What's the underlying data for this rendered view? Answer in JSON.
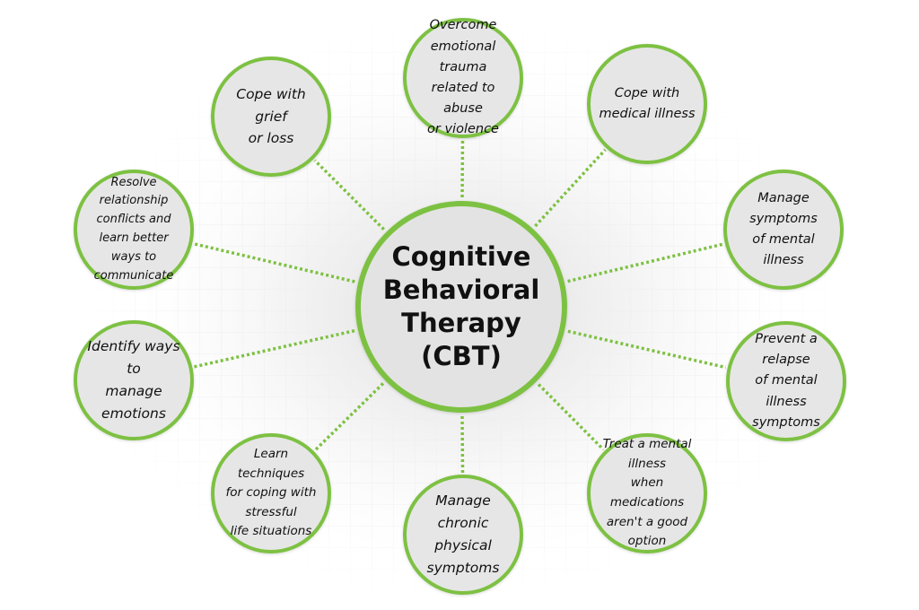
{
  "diagram": {
    "accent_color": "#7dc142",
    "node_fill": "#e6e6e6",
    "connector_style": "dotted",
    "center": {
      "label": "Cognitive\nBehavioral\nTherapy\n(CBT)"
    },
    "nodes": [
      {
        "id": "overcome-trauma",
        "label": "Overcome\nemotional trauma\nrelated to abuse\nor violence"
      },
      {
        "id": "cope-medical-illness",
        "label": "Cope with\nmedical illness"
      },
      {
        "id": "manage-symptoms-mental-illness",
        "label": "Manage symptoms\nof mental illness"
      },
      {
        "id": "prevent-relapse",
        "label": "Prevent a relapse\nof mental illness\nsymptoms"
      },
      {
        "id": "treat-mental-illness",
        "label": "Treat a mental illness\nwhen medications\naren't a good option"
      },
      {
        "id": "manage-chronic-symptoms",
        "label": "Manage chronic\nphysical symptoms"
      },
      {
        "id": "learn-techniques",
        "label": "Learn techniques\nfor coping with stressful\nlife situations"
      },
      {
        "id": "identify-ways",
        "label": "Identify ways to\nmanage emotions"
      },
      {
        "id": "resolve-conflicts",
        "label": "Resolve relationship\nconflicts and learn better\nways to communicate"
      },
      {
        "id": "cope-grief",
        "label": "Cope with grief\nor loss"
      }
    ]
  }
}
